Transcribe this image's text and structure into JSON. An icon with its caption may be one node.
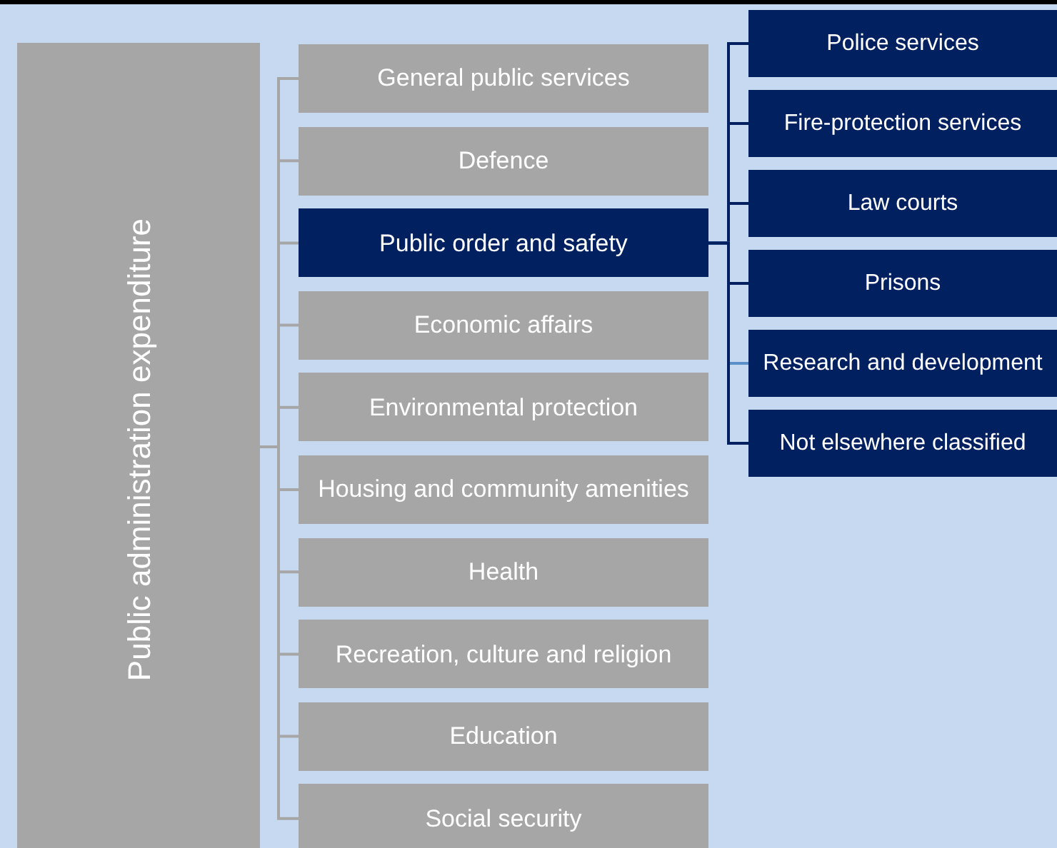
{
  "diagram": {
    "nodes": [
      {
        "text": [
          "Public administration expenditure"
        ]
      },
      {
        "text": [
          "General public services"
        ]
      },
      {
        "text": [
          "Defence"
        ]
      },
      {
        "text": [
          "Public order and safety"
        ]
      },
      {
        "text": [
          "Economic affairs"
        ]
      },
      {
        "text": [
          "Environmental protection"
        ]
      },
      {
        "text": [
          "Housing and community amenities"
        ]
      },
      {
        "text": [
          "Health"
        ]
      },
      {
        "text": [
          "Recreation, culture and religion"
        ]
      },
      {
        "text": [
          "Education"
        ]
      },
      {
        "text": [
          "Social security"
        ]
      },
      {
        "text": [
          "Police services"
        ]
      },
      {
        "text": [
          "Fire-protection services"
        ]
      },
      {
        "text": [
          "Law courts"
        ]
      },
      {
        "text": [
          "Prisons"
        ]
      },
      {
        "text": [
          "Research and development"
        ]
      },
      {
        "text": [
          "Not elsewhere classified"
        ]
      }
    ],
    "edges": [
      {
        "from": 0,
        "to": 1,
        "arrow": "none"
      },
      {
        "from": 0,
        "to": 2,
        "arrow": "none"
      },
      {
        "from": 0,
        "to": 3,
        "arrow": "none"
      },
      {
        "from": 0,
        "to": 4,
        "arrow": "none"
      },
      {
        "from": 0,
        "to": 5,
        "arrow": "none"
      },
      {
        "from": 0,
        "to": 6,
        "arrow": "none"
      },
      {
        "from": 0,
        "to": 7,
        "arrow": "none"
      },
      {
        "from": 0,
        "to": 8,
        "arrow": "none"
      },
      {
        "from": 0,
        "to": 9,
        "arrow": "none"
      },
      {
        "from": 0,
        "to": 10,
        "arrow": "none"
      },
      {
        "from": 3,
        "to": 11,
        "arrow": "none",
        "color": "#002060"
      },
      {
        "from": 3,
        "to": 12,
        "arrow": "none",
        "color": "#002060"
      },
      {
        "from": 3,
        "to": 13,
        "arrow": "none",
        "color": "#002060"
      },
      {
        "from": 3,
        "to": 14,
        "arrow": "none",
        "color": "#002060"
      },
      {
        "from": 3,
        "to": 15,
        "arrow": "none",
        "color": "#5b8fc9"
      },
      {
        "from": 3,
        "to": 16,
        "arrow": "none",
        "color": "#002060"
      }
    ]
  }
}
